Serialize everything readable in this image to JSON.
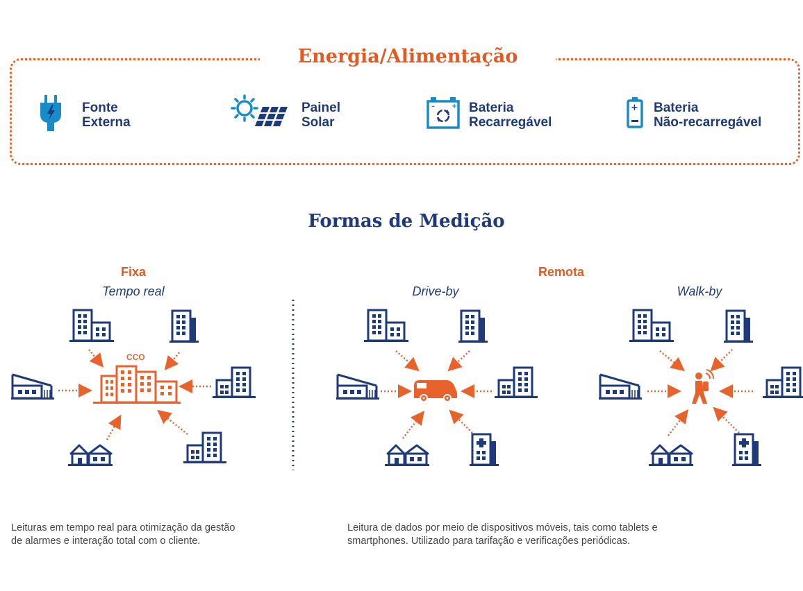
{
  "energy": {
    "title": "Energia/Alimentação",
    "sources": [
      {
        "line1": "Fonte",
        "line2": "Externa",
        "icon": "plug-icon"
      },
      {
        "line1": "Painel",
        "line2": "Solar",
        "icon": "solar-panel-icon"
      },
      {
        "line1": "Bateria",
        "line2": "Recarregável",
        "icon": "rechargeable-battery-icon"
      },
      {
        "line1": "Bateria",
        "line2": "Não-recarregável",
        "icon": "battery-icon"
      }
    ]
  },
  "measurement": {
    "title": "Formas de Medição",
    "fixed": {
      "title": "Fixa",
      "subtitle": "Tempo real",
      "center_label": "CCO"
    },
    "remote": {
      "title": "Remota",
      "driveby": "Drive-by",
      "walkby": "Walk-by"
    }
  },
  "descriptions": {
    "fixed_line1": "Leituras em tempo real para otimização da gestão",
    "fixed_line2": "de alarmes e interação total com o cliente.",
    "remote_line1": "Leitura de dados por meio de dispositivos móveis, tais como tablets e",
    "remote_line2": "smartphones. Utilizado para tarifação e verificações periódicas."
  },
  "colors": {
    "orange": "#E8622C",
    "navy": "#1E3A7B",
    "blue": "#1A8BC9"
  }
}
